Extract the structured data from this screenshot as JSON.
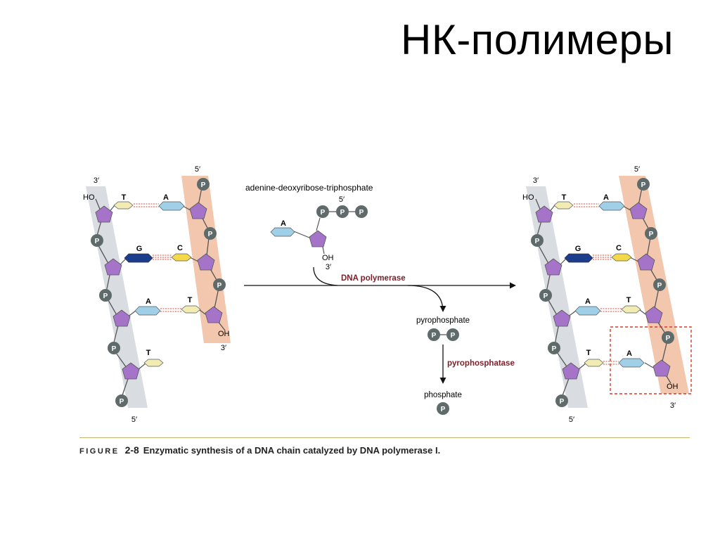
{
  "slide_title": "НК-полимеры",
  "left": {
    "label_3prime_top": "3′",
    "label_5prime_top": "5′",
    "label_ho": "HO",
    "label_oh": "OH",
    "label_3prime_right": "3′",
    "label_5prime_bottom": "5′",
    "template_bases": [
      "T",
      "G",
      "A",
      "T"
    ],
    "growing_bases": [
      "A",
      "C",
      "T"
    ],
    "phosphate": "P"
  },
  "center": {
    "dntp_name": "adenine-deoxyribose-triphosphate",
    "dntp_5prime": "5′",
    "dntp_base": "A",
    "dntp_oh": "OH",
    "dntp_3prime": "3′",
    "enzyme": "DNA polymerase",
    "pyrophosphate": "pyrophosphate",
    "pyrophosphatase": "pyrophosphatase",
    "phosphate": "phosphate",
    "phosphate_symbol": "P"
  },
  "right": {
    "label_3prime_top": "3′",
    "label_5prime_top": "5′",
    "label_ho": "HO",
    "label_oh": "OH",
    "label_3prime_bottom": "3′",
    "label_5prime_bottom": "5′",
    "template_bases": [
      "T",
      "G",
      "A",
      "T"
    ],
    "growing_bases": [
      "A",
      "C",
      "T",
      "A"
    ],
    "phosphate": "P"
  },
  "caption": {
    "label": "FIGURE",
    "number": "2-8",
    "text": "Enzymatic synthesis of a DNA chain catalyzed by DNA polymerase I."
  },
  "colors": {
    "template_strip": "#d9dde2",
    "growing_strip": "#f3c7ad",
    "sugar": "#a574c9",
    "phosphate": "#5f6b6b",
    "base_a": "#9fd0e8",
    "base_t": "#f1ecb4",
    "base_g": "#1c3c8c",
    "base_c": "#f3d94a",
    "hbond": "#e0483c",
    "enzyme_text": "#7a1f2a",
    "highlight_box": "#d93a2c"
  }
}
